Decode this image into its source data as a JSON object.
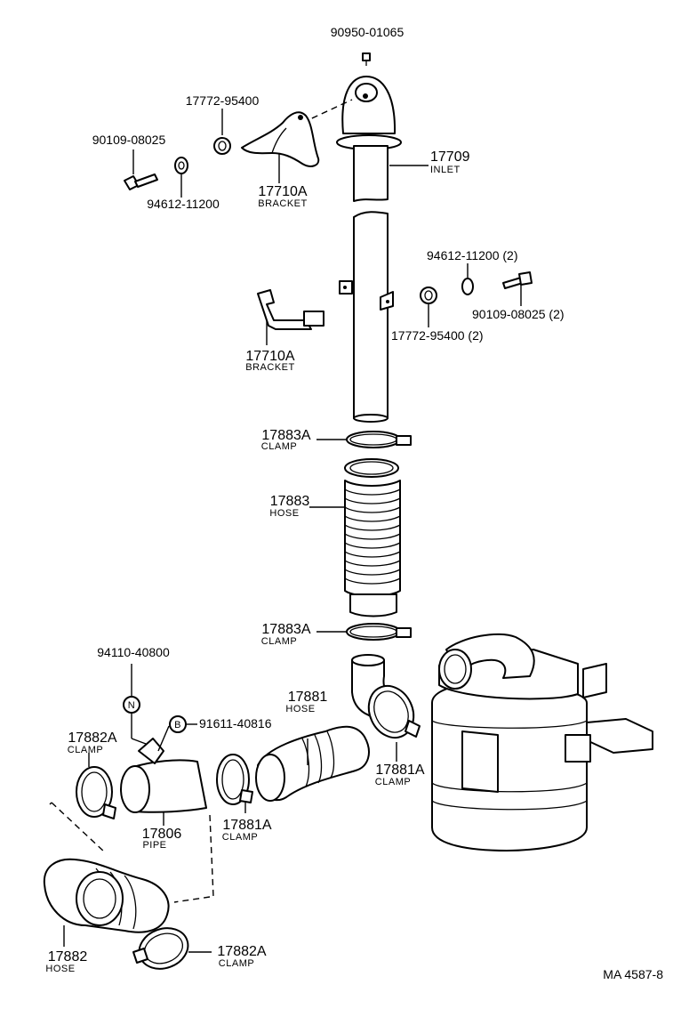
{
  "labels": {
    "p90950": {
      "num": "90950-01065"
    },
    "p17772a": {
      "num": "17772-95400"
    },
    "p90109a": {
      "num": "90109-08025"
    },
    "p94612a": {
      "num": "94612-11200"
    },
    "p17710a1": {
      "num": "17710A",
      "name": "BRACKET"
    },
    "p17709": {
      "num": "17709",
      "name": "INLET"
    },
    "p94612b": {
      "num": "94612-11200 (2)"
    },
    "p90109b": {
      "num": "90109-08025 (2)"
    },
    "p17772b": {
      "num": "17772-95400 (2)"
    },
    "p17710a2": {
      "num": "17710A",
      "name": "BRACKET"
    },
    "p17883a1": {
      "num": "17883A",
      "name": "CLAMP"
    },
    "p17883": {
      "num": "17883",
      "name": "HOSE"
    },
    "p17883a2": {
      "num": "17883A",
      "name": "CLAMP"
    },
    "p94110": {
      "num": "94110-40800"
    },
    "p91611": {
      "num": "91611-40816"
    },
    "p17881": {
      "num": "17881",
      "name": "HOSE"
    },
    "p17882a1": {
      "num": "17882A",
      "name": "CLAMP"
    },
    "p17806": {
      "num": "17806",
      "name": "PIPE"
    },
    "p17881a1": {
      "num": "17881A",
      "name": "CLAMP"
    },
    "p17881a2": {
      "num": "17881A",
      "name": "CLAMP"
    },
    "p17882": {
      "num": "17882",
      "name": "HOSE"
    },
    "p17882a2": {
      "num": "17882A",
      "name": "CLAMP"
    }
  },
  "markers": {
    "n": "N",
    "b": "B"
  },
  "footer": {
    "code": "MA  4587-8"
  }
}
